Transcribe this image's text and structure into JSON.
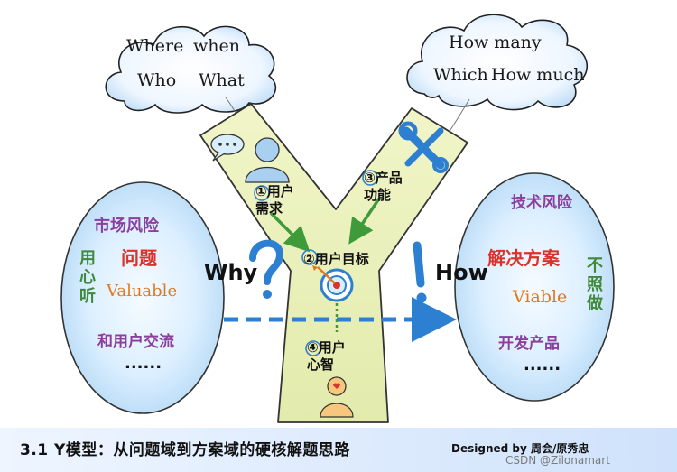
{
  "clouds": {
    "left": [
      "Where",
      "when",
      "Who",
      "What"
    ],
    "right": [
      "How many",
      "Which",
      "How much"
    ]
  },
  "left_oval": {
    "title": "市场风险",
    "problem": "问题",
    "valuable": "Valuable",
    "communicate": "和用户交流",
    "ellipsis": "......",
    "side": "用心听"
  },
  "right_oval": {
    "title": "技术风险",
    "solution": "解决方案",
    "viable": "Viable",
    "develop": "开发产品",
    "ellipsis": "......",
    "side": "不照做"
  },
  "y_shape": {
    "step1": "①用户需求",
    "step2": "②用户目标",
    "step3": "③产品功能",
    "step4": "④用户心智"
  },
  "why_label": "Why",
  "how_label": "How",
  "footer": {
    "title": "3.1 Y模型：从问题域到方案域的硬核解题思路",
    "credit": "Designed by 周会/原秀忠",
    "watermark": "CSDN @Zilonamart"
  },
  "colors": {
    "y_fill": "#e8f0b4",
    "oval_fill": "#dcefff",
    "arrow_blue": "#2d7fd1"
  }
}
